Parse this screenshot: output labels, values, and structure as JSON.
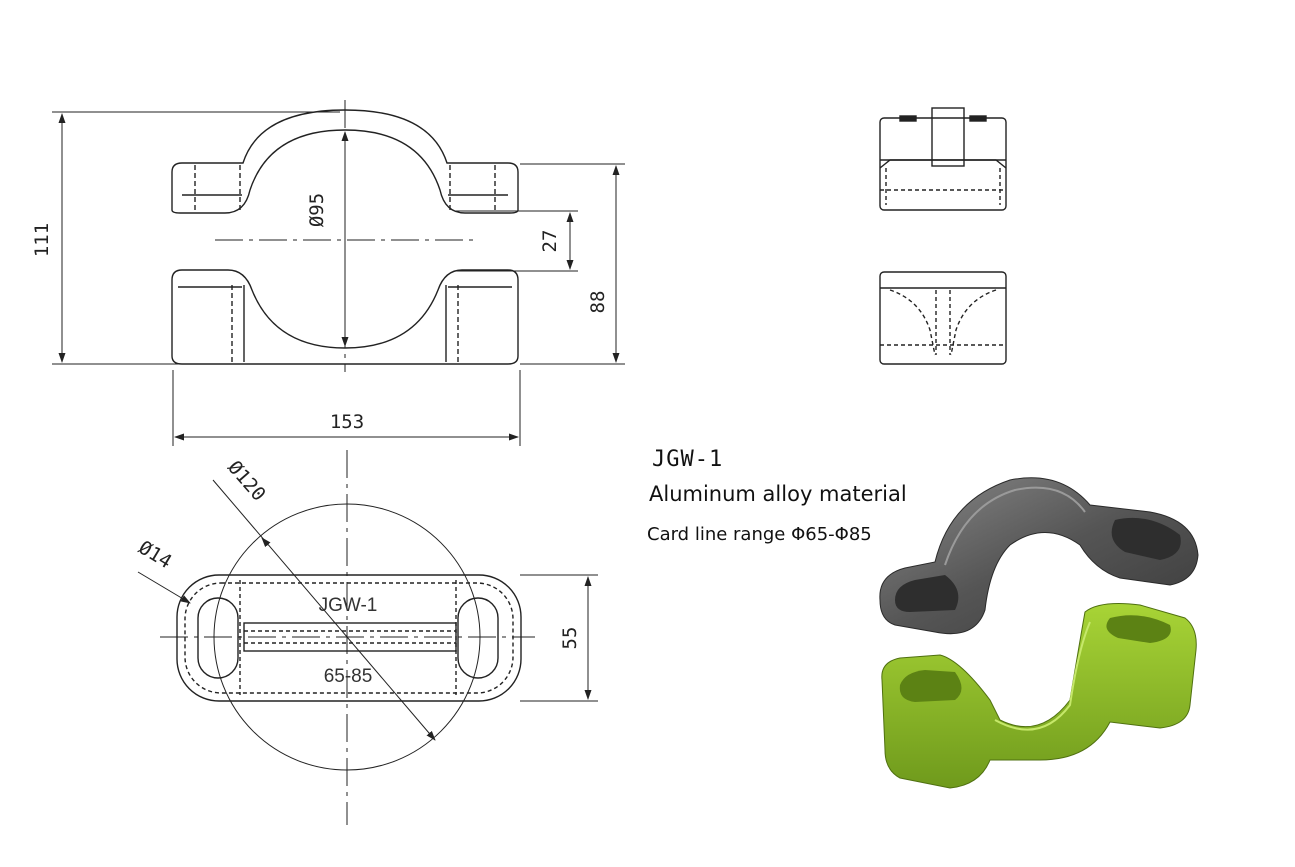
{
  "product": {
    "model": "JGW-1",
    "material": "Aluminum alloy material",
    "range": "Card line range Φ65-Φ85"
  },
  "dimensions": {
    "height_total": "111",
    "inner_diameter": "Ø95",
    "gap": "27",
    "height_clamp": "88",
    "width": "153",
    "circle_diameter": "Ø120",
    "slot_diameter": "Ø14",
    "depth": "55"
  },
  "embossing": {
    "model": "JGW-1",
    "range": "65-85"
  },
  "colors": {
    "line": "#222222",
    "upper_part": "#5a5a5a",
    "lower_part": "#8fbf2a"
  }
}
